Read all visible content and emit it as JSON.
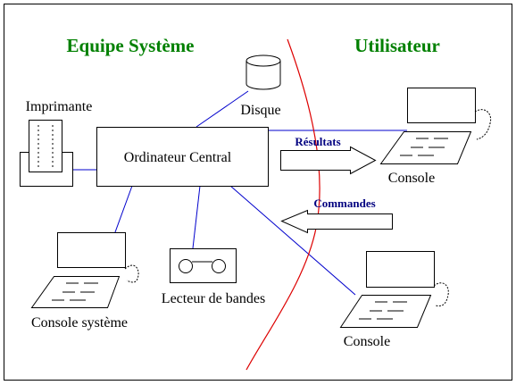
{
  "titles": {
    "left": "Equipe Système",
    "right": "Utilisateur"
  },
  "labels": {
    "central": "Ordinateur Central",
    "disk": "Disque",
    "printer": "Imprimante",
    "tape": "Lecteur de bandes",
    "system_console": "Console système",
    "console_top": "Console",
    "console_bottom": "Console"
  },
  "arrows": {
    "results": "Résultats",
    "commands": "Commandes"
  },
  "colors": {
    "title": "#008000",
    "link": "#0000cc",
    "boundary": "#dd0000",
    "arrow_text": "#000080",
    "stroke": "#000000"
  }
}
